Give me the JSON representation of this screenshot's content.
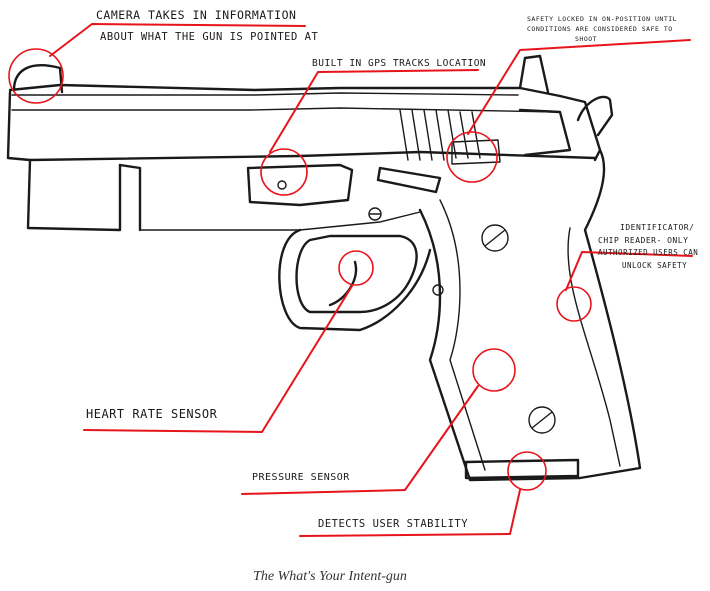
{
  "labels": {
    "camera_line1": "CAMERA TAKES IN INFORMATION",
    "camera_line2": "ABOUT WHAT THE GUN IS POINTED AT",
    "gps": "BUILT IN GPS TRACKS LOCATION",
    "safety_line1": "SAFETY LOCKED IN ON-POSITION UNTIL",
    "safety_line2": "CONDITIONS ARE CONSIDERED SAFE TO",
    "safety_line3": "SHOOT",
    "id_line1": "IDENTIFICATOR/",
    "id_line2": "CHIP READER- ONLY",
    "id_line3": "AUTHORIZED USERS CAN",
    "id_line4": "UNLOCK SAFETY",
    "heart": "HEART RATE SENSOR",
    "pressure": "PRESSURE SENSOR",
    "stability": "DETECTS USER STABILITY"
  },
  "caption": "The What's Your Intent-gun",
  "colors": {
    "annotation": "#e8141b",
    "ink": "#1a1a1a"
  }
}
